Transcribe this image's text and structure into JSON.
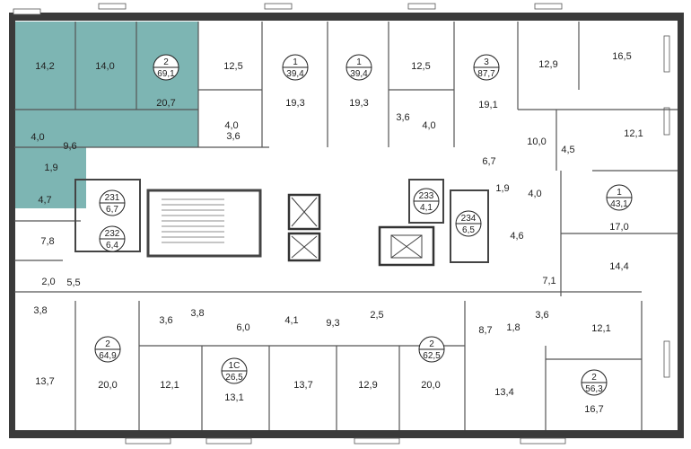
{
  "colors": {
    "highlight": "#7db5b3",
    "wall": "#3a3a3a"
  },
  "rooms": [
    {
      "label": "14,2"
    },
    {
      "label": "14,0"
    },
    {
      "label": "20,7"
    },
    {
      "label": "4,0"
    },
    {
      "label": "9,6"
    },
    {
      "label": "1,9"
    },
    {
      "label": "4,7"
    },
    {
      "label": "12,5"
    },
    {
      "label": "4,0"
    },
    {
      "label": "3,6"
    },
    {
      "label": "19,3"
    },
    {
      "label": "19,3"
    },
    {
      "label": "12,5"
    },
    {
      "label": "3,6"
    },
    {
      "label": "4,0"
    },
    {
      "label": "19,1"
    },
    {
      "label": "12,9"
    },
    {
      "label": "16,5"
    },
    {
      "label": "10,0"
    },
    {
      "label": "4,5"
    },
    {
      "label": "12,1"
    },
    {
      "label": "6,7"
    },
    {
      "label": "1,9"
    },
    {
      "label": "4,0"
    },
    {
      "label": "17,0"
    },
    {
      "label": "4,6"
    },
    {
      "label": "14,4"
    },
    {
      "label": "7,1"
    },
    {
      "label": "7,8"
    },
    {
      "label": "2,0"
    },
    {
      "label": "5,5"
    },
    {
      "label": "3,8"
    },
    {
      "label": "3,6"
    },
    {
      "label": "3,8"
    },
    {
      "label": "6,0"
    },
    {
      "label": "4,1"
    },
    {
      "label": "9,3"
    },
    {
      "label": "2,5"
    },
    {
      "label": "8,7"
    },
    {
      "label": "1,8"
    },
    {
      "label": "3,6"
    },
    {
      "label": "12,1"
    },
    {
      "label": "13,7"
    },
    {
      "label": "20,0"
    },
    {
      "label": "12,1"
    },
    {
      "label": "13,1"
    },
    {
      "label": "13,7"
    },
    {
      "label": "12,9"
    },
    {
      "label": "20,0"
    },
    {
      "label": "13,4"
    },
    {
      "label": "16,7"
    }
  ],
  "apartments": [
    {
      "rooms": "2",
      "area": "69,1"
    },
    {
      "rooms": "1",
      "area": "39,4"
    },
    {
      "rooms": "1",
      "area": "39,4"
    },
    {
      "rooms": "3",
      "area": "87,7"
    },
    {
      "rooms": "231",
      "area": "6,7"
    },
    {
      "rooms": "232",
      "area": "6,4"
    },
    {
      "rooms": "233",
      "area": "4,1"
    },
    {
      "rooms": "234",
      "area": "6,5"
    },
    {
      "rooms": "1",
      "area": "43,1"
    },
    {
      "rooms": "2",
      "area": "64,9"
    },
    {
      "rooms": "1С",
      "area": "26,5"
    },
    {
      "rooms": "2",
      "area": "62,5"
    },
    {
      "rooms": "2",
      "area": "56,3"
    }
  ]
}
